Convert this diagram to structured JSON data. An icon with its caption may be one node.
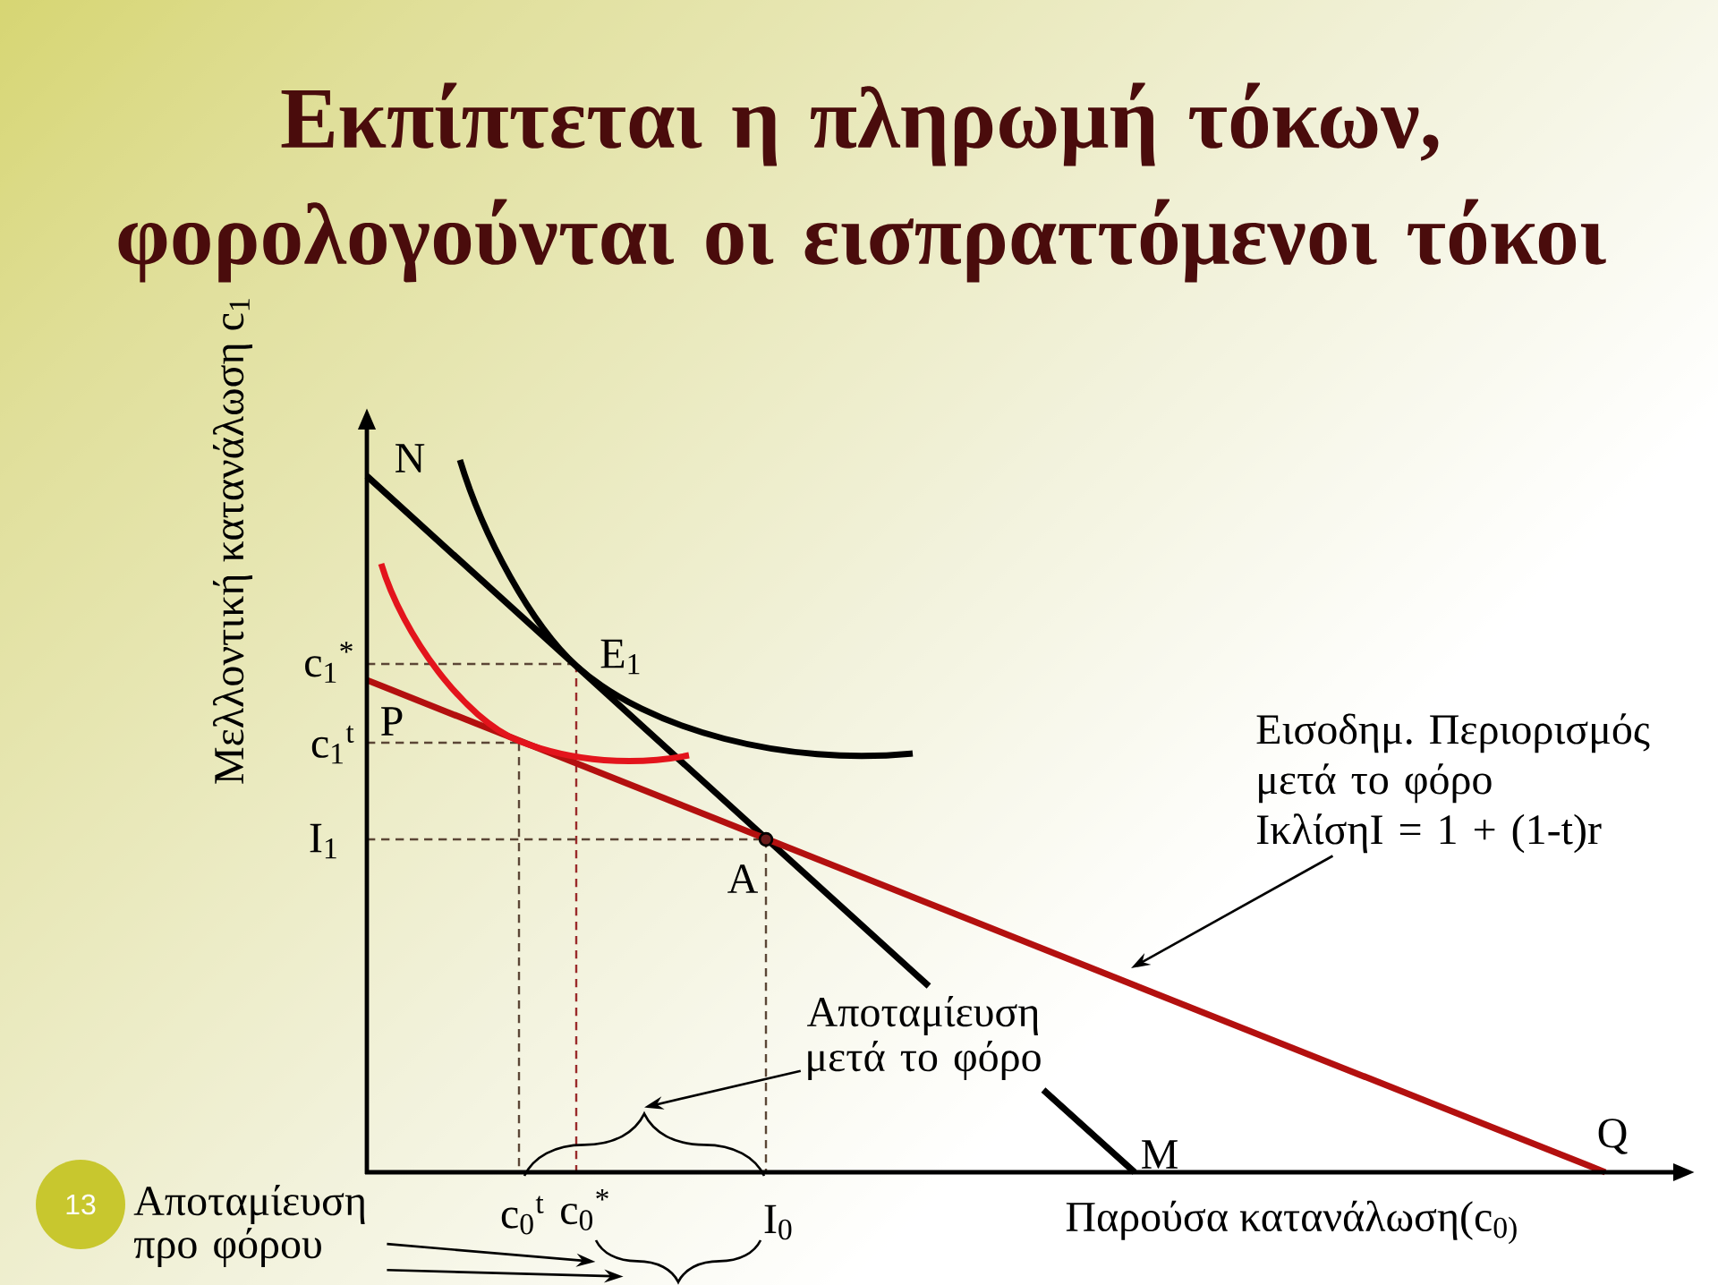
{
  "diagram": {
    "title": "Εκπίπτεται η πληρωμή τόκων, φορολογούνται οι εισπραττόμενοι τόκοι",
    "nodes": [
      {
        "text": [
          "Εισοδημ. Περιορισμός μετά το φόρο",
          "IκλίσηI = 1 + (1-t)r"
        ]
      },
      {
        "text": [
          "Αποταμίευση μετά το φόρο"
        ]
      },
      {
        "text": [],
        "shape": "brace"
      },
      {
        "text": [
          "13"
        ]
      },
      {
        "text": [
          "Αποταμίευση προ φόρου"
        ]
      },
      {
        "text": [],
        "shape": "brace"
      }
    ],
    "edges": [
      {
        "from": 0,
        "to": null,
        "arrow": "to"
      },
      {
        "from": 1,
        "to": 2,
        "arrow": "to"
      },
      {
        "from": 4,
        "to": 5,
        "arrow": "to"
      },
      {
        "from": 4,
        "to": 5,
        "arrow": "to"
      }
    ],
    "labels": [
      "Μελλοντική κατανάλωση c$_{1}$",
      "N",
      "c$_{1}$$^{*}$",
      "E$_{1}$",
      "c$_{1}$$^{t}$",
      "P",
      "I$_{1}$",
      "A",
      "M",
      "Q",
      "c$_{0}$$^{t}$",
      "c$_{0}$$^{*}$",
      "I$_{0}$",
      "Παρούσα κατανάλωση(c$_{0)}$"
    ]
  }
}
